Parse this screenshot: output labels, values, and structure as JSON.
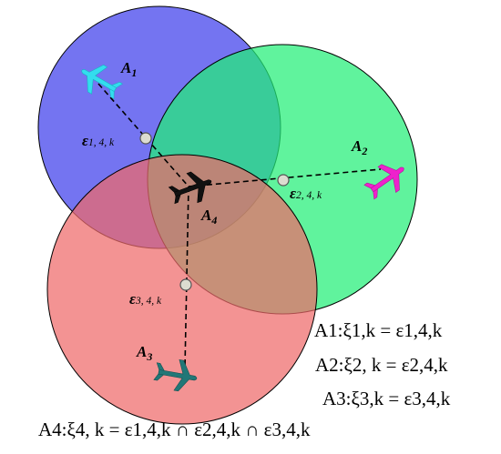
{
  "colors": {
    "circle_A1": "#5555ee",
    "circle_A2": "#22ee77",
    "circle_A3": "#ee6a6a",
    "plane_A1": "#33ddee",
    "plane_A2": "#ee22cc",
    "plane_A3": "#227777",
    "plane_A4": "#111111"
  },
  "icons": [
    "plane-icon"
  ],
  "agents": {
    "a1": {
      "letter": "A",
      "sub": "1"
    },
    "a2": {
      "letter": "A",
      "sub": "2"
    },
    "a3": {
      "letter": "A",
      "sub": "3"
    },
    "a4": {
      "letter": "A",
      "sub": "4"
    }
  },
  "epsilon_labels": {
    "e14": {
      "symbol": "ε",
      "sub": "1, 4, k"
    },
    "e24": {
      "symbol": "ε",
      "sub": "2, 4, k"
    },
    "e34": {
      "symbol": "ε",
      "sub": "3, 4, k"
    }
  },
  "equations": [
    {
      "text": "A1:ξ1,k = ε1,4,k"
    },
    {
      "text": "A2:ξ2, k = ε2,4,k"
    },
    {
      "text": "A3:ξ3,k = ε3,4,k"
    },
    {
      "text": "A4:ξ4, k = ε1,4,k ∩ ε2,4,k ∩ ε3,4,k"
    }
  ]
}
